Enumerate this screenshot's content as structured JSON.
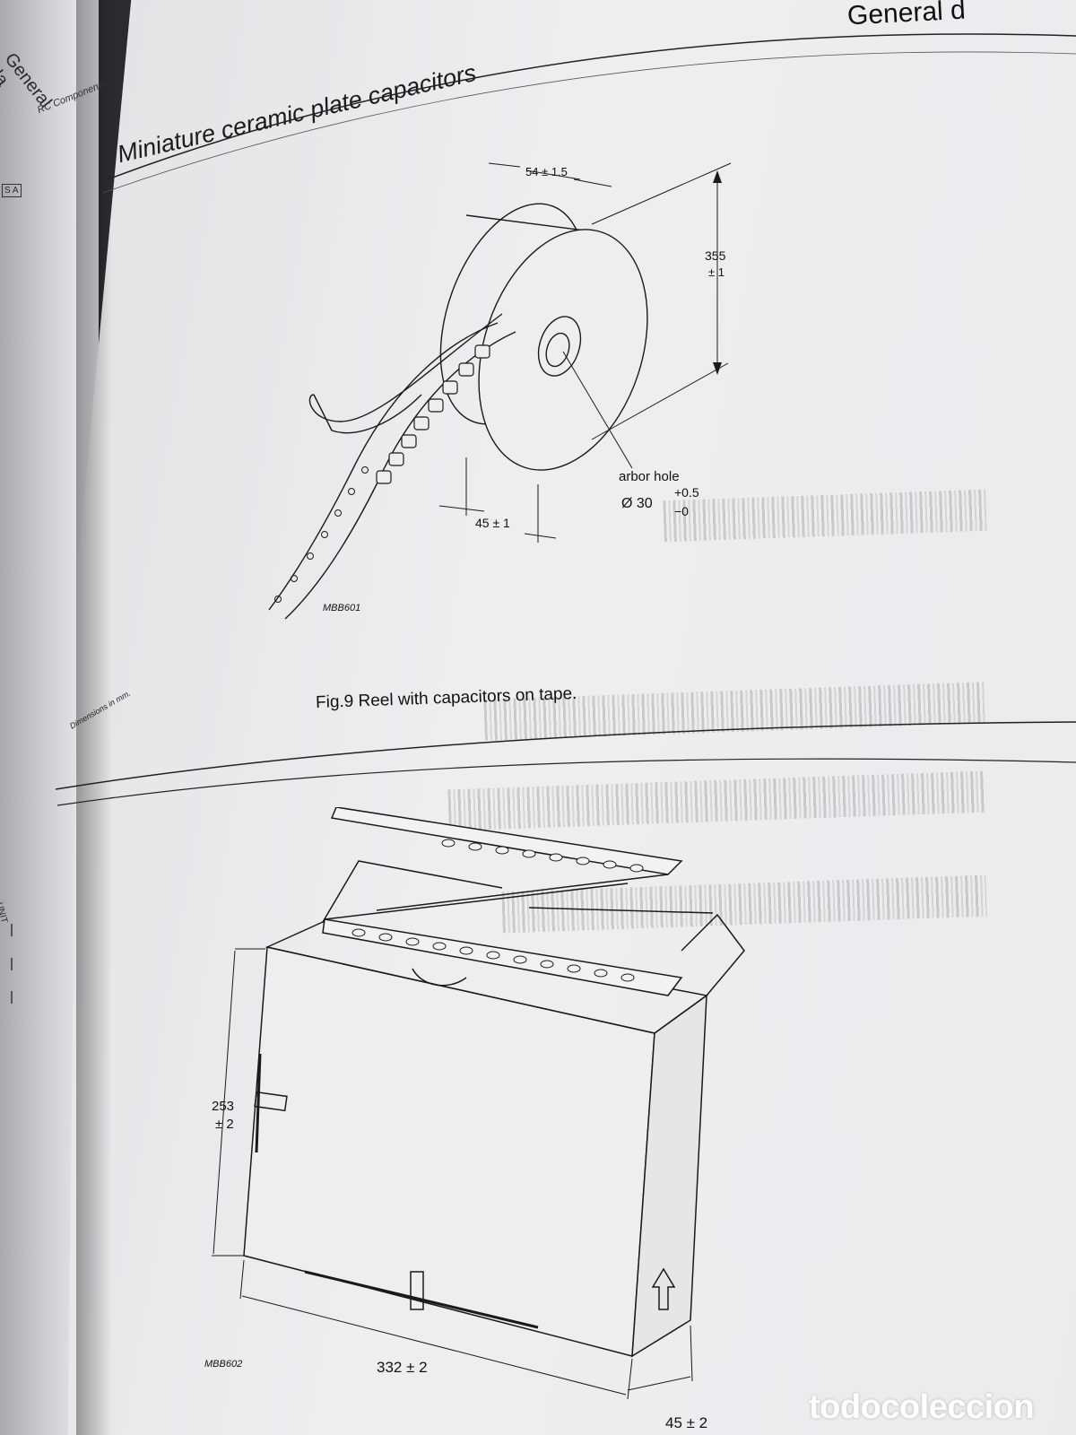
{
  "left_page": {
    "header": "General da",
    "tag": "S A",
    "unit_label": "UNIT"
  },
  "header": {
    "brand": "RC Components",
    "title": "Miniature ceramic plate capacitors",
    "running_head": "General d"
  },
  "figure9": {
    "caption": "Fig.9  Reel with capacitors on tape.",
    "code": "MBB601",
    "dim_width": "54 ± 1.5",
    "dim_height_value": "355",
    "dim_height_tol": "± 1",
    "dim_depth": "45 ± 1",
    "arbor_label": "arbor hole",
    "arbor_value": "Ø 30",
    "arbor_tol_plus": "+0.5",
    "arbor_tol_minus": "−0",
    "units_note": "Dimensions in mm."
  },
  "figure10": {
    "code": "MBB602",
    "dim_height_value": "253",
    "dim_height_tol": "± 2",
    "dim_width": "332 ± 2",
    "dim_depth": "45 ± 2"
  },
  "watermark": "todocoleccion"
}
